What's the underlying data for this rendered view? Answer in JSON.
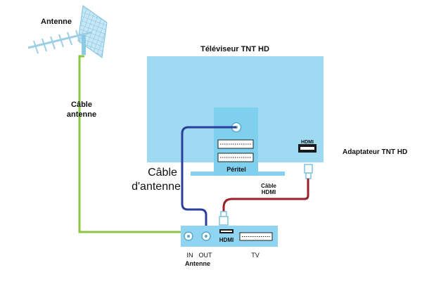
{
  "labels": {
    "antenna": "Antenne",
    "antenna_cable_line1": "Câble",
    "antenna_cable_line2": "antenne",
    "tv_title": "Téléviseur TNT HD",
    "tv_cable_line1": "Câble",
    "tv_cable_line2": "d'antenne",
    "peritel": "Péritel",
    "tv_hdmi": "HDMI",
    "adapter_title": "Adaptateur TNT HD",
    "hdmi_cable_line1": "Câble",
    "hdmi_cable_line2": "HDMI",
    "adapter_hdmi": "HDMI",
    "port_in": "IN",
    "port_out": "OUT",
    "ports_caption": "Antenne",
    "tv_caption": "TV"
  },
  "colors": {
    "green_cable": "#8cc83f",
    "blue_cable": "#2b3e9c",
    "red_cable": "#9c1f2a",
    "tv_screen": "#9fd9f2",
    "tv_stand": "#87d0f0",
    "panel": "#7fd0ee",
    "adapter_box": "#8fd4f0",
    "antenna_grid": "#a9d8ec"
  },
  "icons": {
    "antenna": "antenna-icon",
    "hdmi_connector": "hdmi-plug-icon",
    "scart": "scart-socket-icon",
    "coax": "coax-socket-icon"
  }
}
